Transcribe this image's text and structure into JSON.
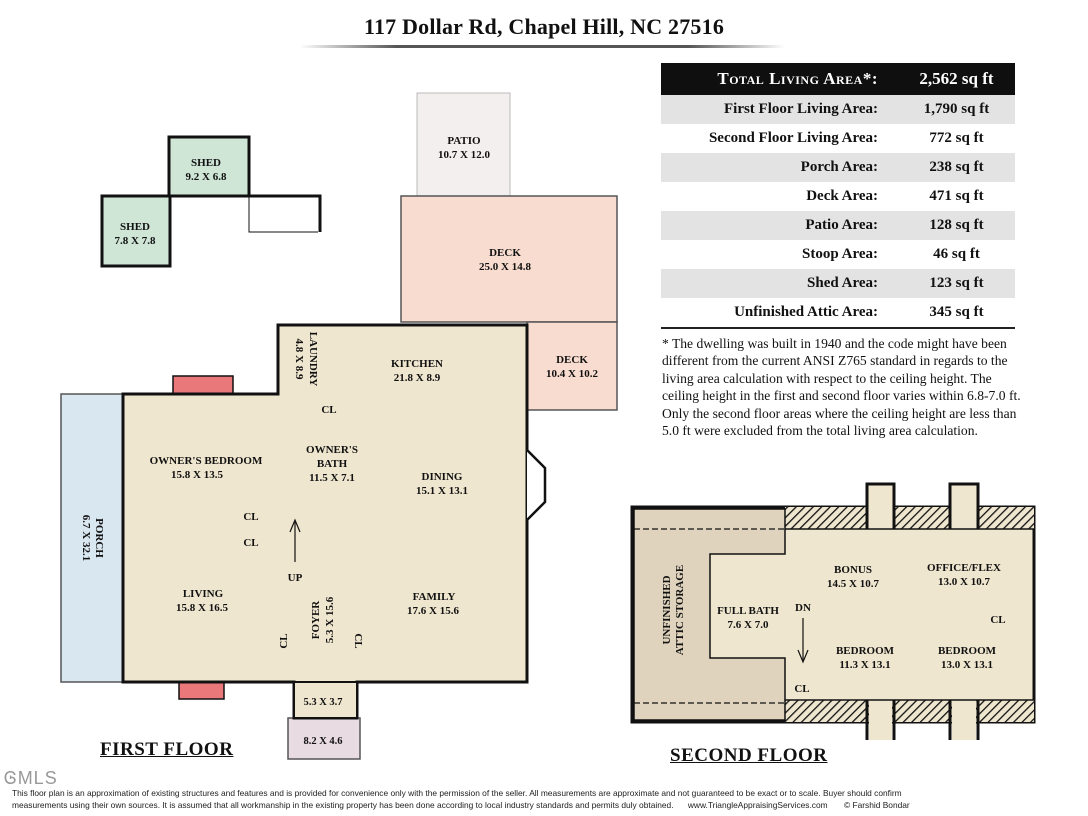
{
  "title": "117 Dollar Rd, Chapel Hill, NC 27516",
  "areas": {
    "header": {
      "label": "Total Living Area*:",
      "value": "2,562 sq ft"
    },
    "rows": [
      {
        "label": "First Floor Living Area:",
        "value": "1,790 sq ft"
      },
      {
        "label": "Second Floor Living Area:",
        "value": "772 sq ft"
      },
      {
        "label": "Porch Area:",
        "value": "238 sq ft"
      },
      {
        "label": "Deck Area:",
        "value": "471 sq ft"
      },
      {
        "label": "Patio Area:",
        "value": "128 sq ft"
      },
      {
        "label": "Stoop Area:",
        "value": "46 sq ft"
      },
      {
        "label": "Shed Area:",
        "value": "123 sq ft"
      },
      {
        "label": "Unfinished Attic Area:",
        "value": "345 sq ft"
      }
    ]
  },
  "note": "* The dwelling was built in 1940 and the code might have been different from the current ANSI Z765 standard in regards to the living area calculation with respect to the ceiling height.  The ceiling height in the first and second floor varies within 6.8-7.0 ft.  Only the second floor areas where the ceiling height are less than 5.0 ft were excluded from the total living area calculation.",
  "first_floor": {
    "label": "FIRST FLOOR",
    "shed_upper": {
      "name": "SHED",
      "dims": "9.2 X 6.8"
    },
    "shed_lower": {
      "name": "SHED",
      "dims": "7.8 X 7.8"
    },
    "patio": {
      "name": "PATIO",
      "dims": "10.7 X 12.0"
    },
    "deck_large": {
      "name": "DECK",
      "dims": "25.0 X 14.8"
    },
    "deck_small": {
      "name": "DECK",
      "dims": "10.4 X 10.2"
    },
    "laundry": {
      "name": "LAUNDRY",
      "dims": "4.8 X 8.9"
    },
    "kitchen": {
      "name": "KITCHEN",
      "dims": "21.8 X 8.9"
    },
    "owners_bedroom": {
      "name": "OWNER'S BEDROOM",
      "dims": "15.8 X 13.5"
    },
    "owners_bath": {
      "name": "OWNER'S",
      "name2": "BATH",
      "dims": "11.5 X 7.1"
    },
    "dining": {
      "name": "DINING",
      "dims": "15.1 X 13.1"
    },
    "porch": {
      "name": "PORCH",
      "dims": "6.7 X 32.1"
    },
    "living": {
      "name": "LIVING",
      "dims": "15.8 X 16.5"
    },
    "family": {
      "name": "FAMILY",
      "dims": "17.6 X 15.6"
    },
    "foyer": {
      "name": "FOYER",
      "dims": "5.3 X 15.6"
    },
    "entry_inner": {
      "dims": "5.3 X 3.7"
    },
    "stoop": {
      "dims": "8.2 X 4.6"
    },
    "closet": "CL",
    "stair": "UP"
  },
  "second_floor": {
    "label": "SECOND FLOOR",
    "attic": {
      "line1": "UNFINISHED",
      "line2": "ATTIC STORAGE"
    },
    "full_bath": {
      "name": "FULL BATH",
      "dims": "7.6 X 7.0"
    },
    "bonus": {
      "name": "BONUS",
      "dims": "14.5 X 10.7"
    },
    "office": {
      "name": "OFFICE/FLEX",
      "dims": "13.0 X 10.7"
    },
    "bedroom_1": {
      "name": "BEDROOM",
      "dims": "11.3 X 13.1"
    },
    "bedroom_2": {
      "name": "BEDROOM",
      "dims": "13.0 X 13.1"
    },
    "closet": "CL",
    "stair": "DN"
  },
  "watermark": "ᎶMLS",
  "footer_line1": "This floor plan is an approximation of existing structures and features and is provided for convenience only with the permission of the seller.  All measurements are approximate and not guaranteed to be exact or to scale.  Buyer should confirm",
  "footer_line2": "measurements using their own sources.  It is assumed that all workmanship in the existing property has been done according to local industry standards and permits duly obtained.",
  "footer_site": "www.TriangleAppraisingServices.com",
  "footer_copyright": "© Farshid Bondar",
  "colors": {
    "living": "#efe6cf",
    "deck": "#f9dcd0",
    "porch": "#d9e7f0",
    "shed": "#cfe6d7",
    "patio": "#f3efee",
    "stoop": "#e9dbe2",
    "fireplace": "#e8787a"
  }
}
